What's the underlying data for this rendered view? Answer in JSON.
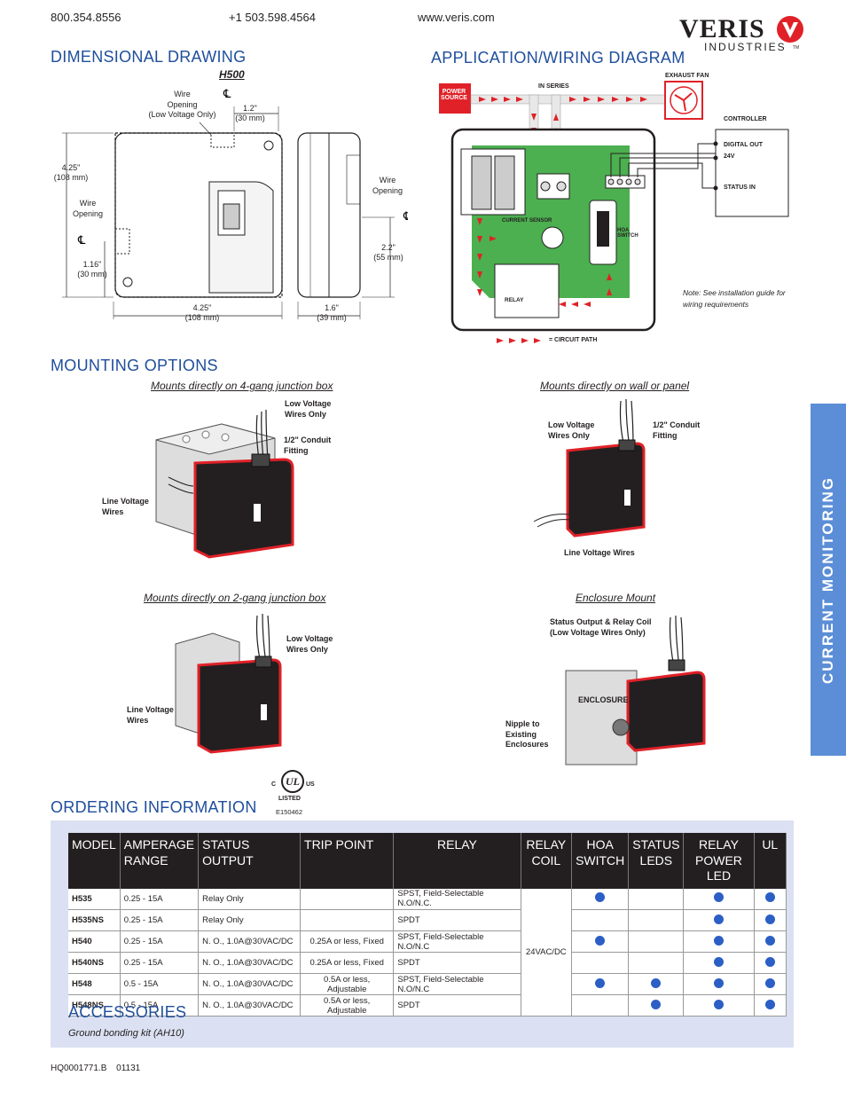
{
  "header": {
    "phone1": "800.354.8556",
    "phone2": "+1 503.598.4564",
    "website": "www.veris.com",
    "logo_text": "VERIS",
    "logo_sub": "INDUSTRIES",
    "logo_tm": "TM"
  },
  "side_tab": "CURRENT MONITORING",
  "dimensional": {
    "title": "DIMENSIONAL DRAWING",
    "model": "H500",
    "wire_opening_low": [
      "Wire",
      "Opening",
      "(Low Voltage Only)"
    ],
    "dim_top": [
      "1.2\"",
      "(30 mm)"
    ],
    "dim_left_height": [
      "4.25\"",
      "(108 mm)"
    ],
    "wire_opening_left": [
      "Wire",
      "Opening"
    ],
    "dim_left_low": [
      "1.16\"",
      "(30 mm)"
    ],
    "dim_bottom_width": [
      "4.25\"",
      "(108 mm)"
    ],
    "wire_opening_right": [
      "Wire",
      "Opening"
    ],
    "dim_right_height": [
      "2.2\"",
      "(55 mm)"
    ],
    "dim_depth": [
      "1.6\"",
      "(39 mm)"
    ]
  },
  "wiring": {
    "title": "APPLICATION/WIRING DIAGRAM",
    "power_source": [
      "POWER",
      "SOURCE"
    ],
    "in_series": "IN SERIES",
    "exhaust_fan": "EXHAUST FAN",
    "controller": "CONTROLLER",
    "digital_out": [
      "DIGITAL OUT",
      "24V"
    ],
    "status_in": "STATUS IN",
    "current_sensor": "CURRENT SENSOR",
    "hoa_switch": [
      "HOA",
      "SWITCH"
    ],
    "relay": "RELAY",
    "note": [
      "Note:  See installation guide for",
      "wiring requirements"
    ],
    "circuit_path": "= CIRCUIT PATH"
  },
  "mounting": {
    "title": "MOUNTING OPTIONS",
    "opt1": {
      "caption": "Mounts directly on 4-gang junction box",
      "low_voltage": [
        "Low Voltage",
        "Wires Only"
      ],
      "conduit": [
        "1/2\" Conduit",
        "Fitting"
      ],
      "line_voltage": [
        "Line Voltage",
        "Wires"
      ]
    },
    "opt2": {
      "caption": "Mounts directly on wall or panel",
      "low_voltage": [
        "Low Voltage",
        "Wires Only"
      ],
      "conduit": [
        "1/2\" Conduit",
        "Fitting"
      ],
      "line_voltage": "Line Voltage Wires"
    },
    "opt3": {
      "caption": "Mounts directly on 2-gang junction box",
      "low_voltage": [
        "Low Voltage",
        "Wires Only"
      ],
      "line_voltage": [
        "Line Voltage",
        "Wires"
      ]
    },
    "opt4": {
      "caption": "Enclosure Mount",
      "status": [
        "Status Output & Relay Coil",
        "(Low Voltage Wires Only)"
      ],
      "enclosure": "ENCLOSURE",
      "nipple": [
        "Nipple to",
        "Existing",
        "Enclosures"
      ]
    }
  },
  "ordering": {
    "title": "ORDERING INFORMATION",
    "ul_mark": {
      "c": "C",
      "ul": "UL",
      "us": "US",
      "listed": "LISTED",
      "file": "E150462"
    },
    "headers": [
      "MODEL",
      "AMPERAGE RANGE",
      "STATUS OUTPUT",
      "TRIP POINT",
      "RELAY",
      "RELAY COIL",
      "HOA SWITCH",
      "STATUS LEDS",
      "RELAY POWER LED",
      "UL"
    ],
    "relay_coil": "24VAC/DC",
    "rows": [
      {
        "model": "H535",
        "amp": "0.25 - 15A",
        "status": "Relay Only",
        "trip": "",
        "relay": "SPST, Field-Selectable N.O/N.C.",
        "hoa": true,
        "leds": false,
        "rpled": true,
        "ul": true
      },
      {
        "model": "H535NS",
        "amp": "0.25 - 15A",
        "status": "Relay Only",
        "trip": "",
        "relay": "SPDT",
        "hoa": false,
        "leds": false,
        "rpled": true,
        "ul": true
      },
      {
        "model": "H540",
        "amp": "0.25 - 15A",
        "status": "N. O., 1.0A@30VAC/DC",
        "trip": "0.25A or less, Fixed",
        "relay": "SPST,  Field-Selectable N.O/N.C",
        "hoa": true,
        "leds": false,
        "rpled": true,
        "ul": true
      },
      {
        "model": "H540NS",
        "amp": "0.25 - 15A",
        "status": "N. O., 1.0A@30VAC/DC",
        "trip": "0.25A or less, Fixed",
        "relay": "SPDT",
        "hoa": false,
        "leds": false,
        "rpled": true,
        "ul": true
      },
      {
        "model": "H548",
        "amp": "0.5 - 15A",
        "status": "N. O., 1.0A@30VAC/DC",
        "trip": "0.5A or less, Adjustable",
        "relay": "SPST, Field-Selectable N.O/N.C",
        "hoa": true,
        "leds": true,
        "rpled": true,
        "ul": true
      },
      {
        "model": "H548NS",
        "amp": "0.5 - 15A",
        "status": "N. O., 1.0A@30VAC/DC",
        "trip": "0.5A or less, Adjustable",
        "relay": "SPDT",
        "hoa": false,
        "leds": true,
        "rpled": true,
        "ul": true
      }
    ],
    "accessories_title": "ACCESSORIES",
    "accessories_item": "Ground bonding kit (AH10)"
  },
  "footer": {
    "code": "HQ0001771.B",
    "date": "01131"
  },
  "colors": {
    "accent_blue": "#1f4e9c",
    "tab_blue": "#5b8ed6",
    "order_bg": "#dbe1f2",
    "dot_blue": "#2c5fc5",
    "red": "#e02128",
    "pcb_green": "#4caf50"
  }
}
